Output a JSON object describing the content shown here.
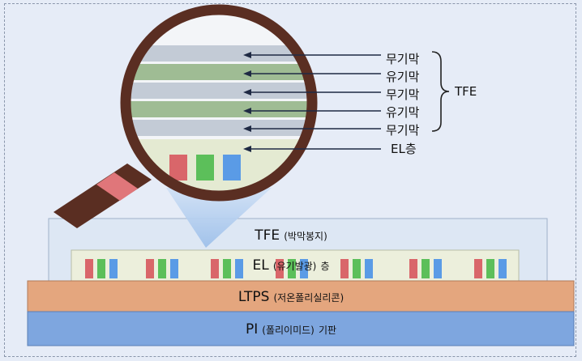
{
  "colors": {
    "background": "#e6ecf7",
    "glass_inorganic": "#c3cbd6",
    "glass_organic": "#9fbc94",
    "glass_el": "#e4ead2",
    "handle": "#5a2e22",
    "handle_band": "#e0767a",
    "tfe_layer": "#dde7f4",
    "el_layer": "#ecefdc",
    "ltps_layer": "#e4a67e",
    "pi_layer": "#7ea6df",
    "pixel_red": "#d9666a",
    "pixel_green": "#5cbf5a",
    "pixel_blue": "#5a9be6"
  },
  "icons": {
    "magnifier": "magnifier-icon"
  },
  "zoom_labels": [
    "무기막",
    "유기막",
    "무기막",
    "유기막",
    "무기막",
    "EL층"
  ],
  "brace_label": "TFE",
  "layers": {
    "tfe": {
      "main": "TFE",
      "sub": "(박막봉지)"
    },
    "el": {
      "main": "EL",
      "sub": "(유기발광)",
      "suffix": "층"
    },
    "ltps": {
      "main": "LTPS",
      "sub": "(저온폴리실리콘)"
    },
    "pi": {
      "main": "PI",
      "sub": "(폴리이미드)",
      "suffix": "기판"
    }
  }
}
